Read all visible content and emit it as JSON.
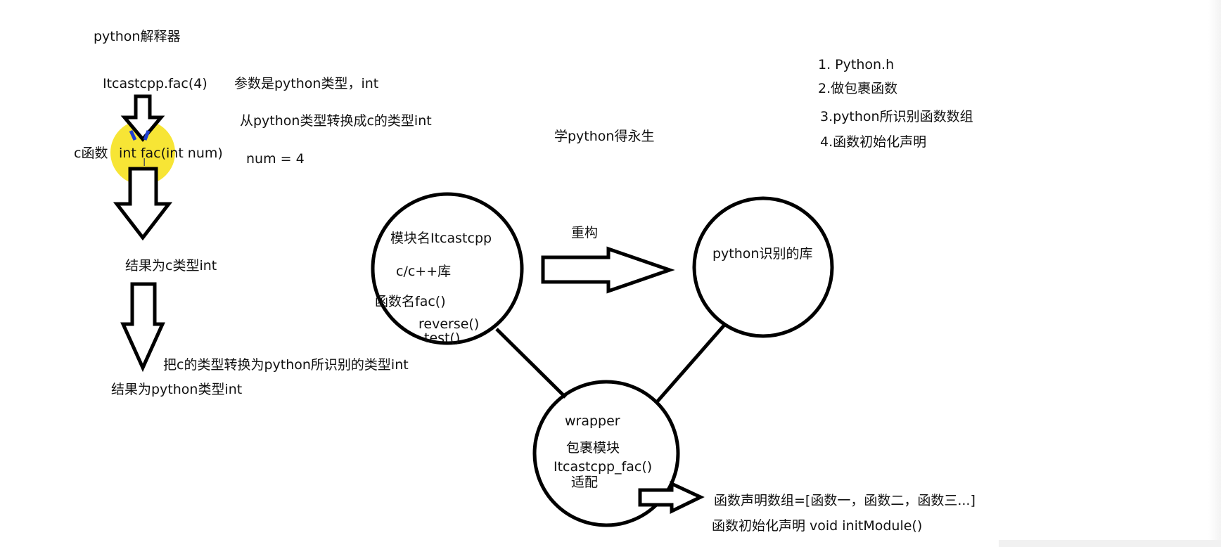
{
  "left_flow": {
    "interpreter": "python解释器",
    "call": "Itcastcpp.fac(4)",
    "param_note": "参数是python类型，int",
    "convert_to_c": "从python类型转换成c的类型int",
    "c_func_label": "c函数",
    "c_func_sig": "int fac(int num)",
    "num_assign": "num = 4",
    "cursor_glyph": "I",
    "result_c": "结果为c类型int",
    "convert_to_py": "把c的类型转换为python所识别的类型int",
    "result_py": "结果为python类型int"
  },
  "slogan": "学python得永生",
  "steps": [
    "1. Python.h",
    "2.做包裹函数",
    "3.python所识别函数数组",
    "4.函数初始化声明"
  ],
  "module_circle": {
    "name": "模块名Itcastcpp",
    "lib": "c/c++库",
    "func": "函数名fac()",
    "reverse": "reverse()",
    "test": "test()"
  },
  "refactor_label": "重构",
  "python_lib_circle": {
    "label": "python识别的库"
  },
  "wrapper_circle": {
    "title": "wrapper",
    "module": "包裹模块",
    "func": "Itcastcpp_fac()",
    "adapt": "适配"
  },
  "bottom_notes": {
    "decl_array": "函数声明数组=[函数一，函数二，函数三...]",
    "init_decl": "函数初始化声明 void initModule()"
  },
  "colors": {
    "ink": "#000000",
    "highlight": "#f6e21f",
    "marker": "#1f3fd1",
    "background": "#ffffff"
  }
}
